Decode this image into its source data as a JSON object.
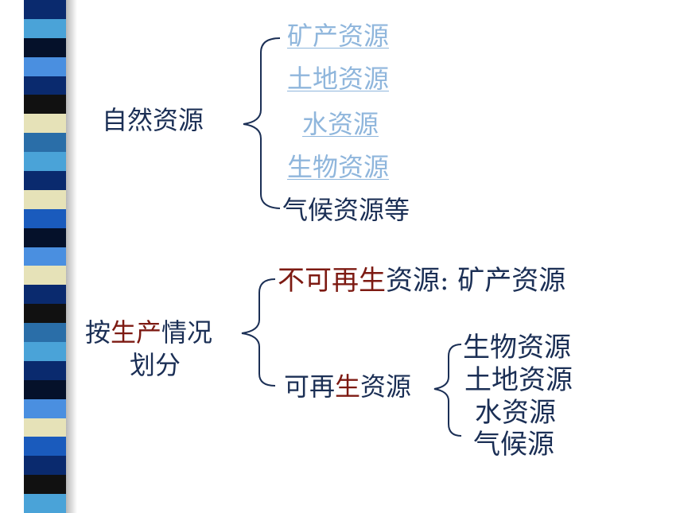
{
  "stripes": [
    "#0a2a6e",
    "#4aa3d8",
    "#05112a",
    "#4a8fe0",
    "#0a2a6e",
    "#111111",
    "#e6e2b8",
    "#2a6ea8",
    "#4aa3d8",
    "#0a2a6e",
    "#e6e2b8",
    "#1a5bbd",
    "#05112a",
    "#4a8fe0",
    "#e6e2b8",
    "#0a2a6e",
    "#111111",
    "#2a6ea8",
    "#4aa3d8",
    "#0a2a6e",
    "#05112a",
    "#4a8fe0",
    "#e6e2b8",
    "#1a5bbd",
    "#0a2a6e",
    "#111111",
    "#4aa3d8"
  ],
  "colors": {
    "navy": "#1b2f55",
    "maroon": "#7d1a12",
    "link": "#8fb6dc",
    "brace": "#1b2f55"
  },
  "group1": {
    "root": "自然资源",
    "items": [
      "矿产资源",
      "土地资源",
      "水资源",
      "生物资源"
    ],
    "last_item": "气候资源等"
  },
  "group2": {
    "root_prefix": "按",
    "root_highlight": "生产",
    "root_suffix": "情况",
    "root_line2": "划分",
    "nonrenew": {
      "highlight": "不可再生",
      "rest": "资源: 矿产资源"
    },
    "renew": {
      "prefix": "可再",
      "highlight": "生",
      "suffix": "资源",
      "items": [
        "生物资源",
        "土地资源",
        "水资源",
        "气候源"
      ]
    }
  }
}
